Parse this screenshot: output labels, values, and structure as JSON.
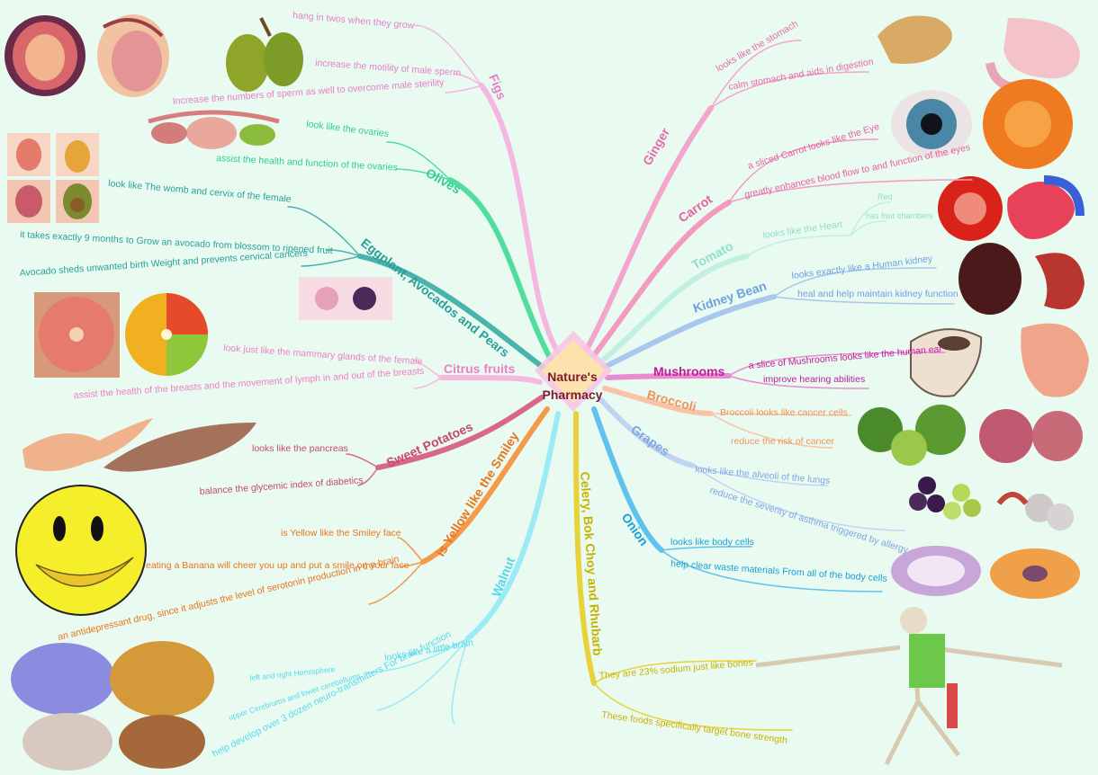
{
  "center": {
    "line1": "Nature's",
    "line2": "Pharmacy"
  },
  "branches": {
    "figs": {
      "label": "Figs",
      "color": "#e77fc7",
      "items": [
        "hang in twos when they grow",
        "increase the motility of male sperm",
        "Increase the numbers of sperm as well to overcome male sterility"
      ]
    },
    "olives": {
      "label": "Olives",
      "color": "#2fcf8f",
      "items": [
        "look like the ovaries",
        "assist the health and function of the ovaries"
      ]
    },
    "eggplant": {
      "label": "Eggplant, Avocados and Pears",
      "color": "#2a9f9a",
      "items": [
        "look like The womb and cervix of the female",
        "it takes exactly 9 months to Grow an avocado from blossom to ripened fruit",
        "Avocado sheds unwanted birth Weight and prevents cervical cancers"
      ]
    },
    "citrus": {
      "label": "Citrus fruits",
      "color": "#ee7fc4",
      "items": [
        "look just like the mammary glands of the female",
        "assist the health of the breasts and the movement of lymph in and out of the breasts"
      ]
    },
    "sweet_potatoes": {
      "label": "Sweet Potatoes",
      "color": "#c44a6a",
      "items": [
        "looks like the pancreas",
        "balance the glycemic index of diabetics"
      ]
    },
    "smiley": {
      "label": "is Yellow like the Smiley",
      "color": "#e8751c",
      "items": [
        "is Yellow like the Smiley face",
        "eating a Banana will cheer you up and put a smile on your face",
        "an antidepressant drug, since it adjusts the level of serotonin production in the brain"
      ]
    },
    "walnut": {
      "label": "Walnut",
      "color": "#55d8ea",
      "items": [
        "looks like a little brain",
        "left and right Hemisphere",
        "upper Cerebrums and lower cerebellums",
        "help develop over 3 dozen neuro-transmitters For brain function"
      ]
    },
    "celery": {
      "label": "Celery, Bok Choy and Rhubarb",
      "color": "#c8b200",
      "items": [
        "They are 23% sodium just like bones",
        "These foods specifically target bone strength"
      ]
    },
    "ginger": {
      "label": "Ginger",
      "color": "#e86aa8",
      "items": [
        "looks like the stomach",
        "calm stomach and aids in digestion"
      ]
    },
    "carrot": {
      "label": "Carrot",
      "color": "#ea5fa0",
      "items": [
        "a sliced Carrot looks like the Eye",
        "greatly enhances blood flow to and function of the eyes"
      ]
    },
    "tomato": {
      "label": "Tomato",
      "color": "#8fe0c9",
      "items": [
        "looks like the Heart",
        "Red",
        "has four chambers"
      ]
    },
    "kidney": {
      "label": "Kidney Bean",
      "color": "#6f9fe0",
      "items": [
        "looks exactly like a Human kidney",
        "heal and help maintain kidney function"
      ]
    },
    "mushrooms": {
      "label": "Mushrooms",
      "color": "#c21a9b",
      "items": [
        "a slice of Mushrooms looks like the human ear",
        "improve hearing abilities"
      ]
    },
    "broccoli": {
      "label": "Broccoli",
      "color": "#f0935a",
      "items": [
        "Broccoli looks like cancer cells",
        "reduce the risk of cancer"
      ]
    },
    "grapes": {
      "label": "Grapes",
      "color": "#7fa6e0",
      "items": [
        "looks like the alveoli of the lungs",
        "reduce the severity of asthma triggered by allergy"
      ]
    },
    "onion": {
      "label": "Onion",
      "color": "#1aa0d8",
      "items": [
        "looks like body cells",
        "help clear waste materials From all of the body cells"
      ]
    }
  }
}
